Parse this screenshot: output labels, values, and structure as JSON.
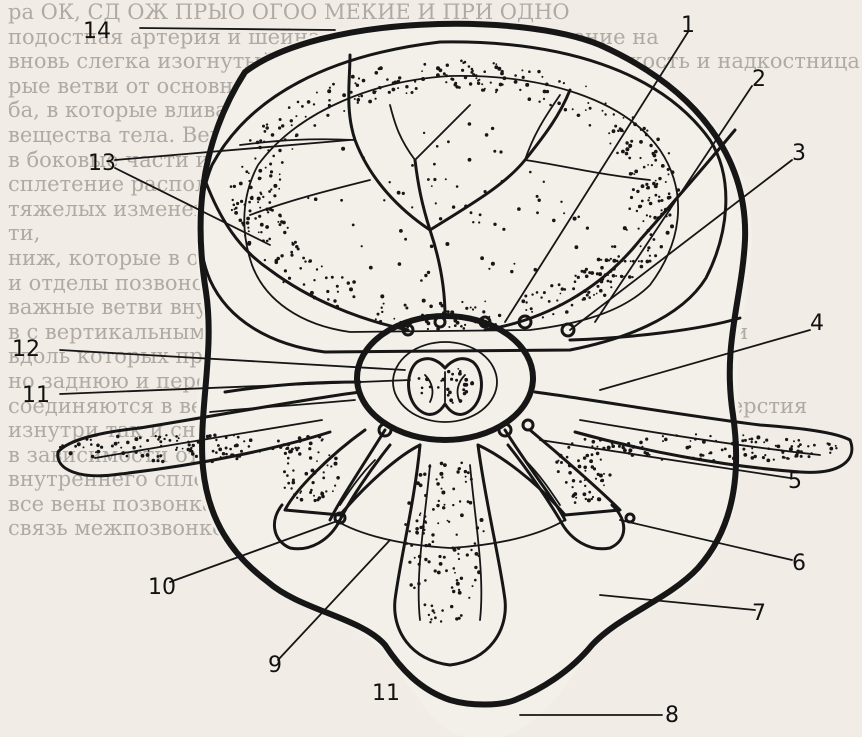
{
  "background_text": [
    "ра  ОК,  СД  ОЖ  ПРЫО ОГОО       МЕКИЕ И ПРИ ОДНО",
    "подостная артерия и шейная вена образуют сплетение на",
    "вновь слегка изогнутый столб через который питается кость и надкостница",
    "рые ветви от основного ствола идут по телу позвонка к его",
    "ба, в которые вливаются вены, отходящие от губчатого",
    "вещества тела. Вены образуют вокруг позвонка сложные",
    "в боковые части и передние отделы. Внутреннее позвоночное",
    "сплетение располагается в эпидуральном пространстве.",
    "тяжелых изменениях позвонков. Эти вены образуют",
    "ти,",
    "ниж, которые в отличие от других вен лишены клапанов",
    "и отделы позвоночного канала, включают пограничные",
    "важные ветви внутреннего позвоночного сплетения, Связан",
    "в с вертикальным направлением и соединяются с сегментарными",
    "вдоль которых проходят в межпозвонковом отверстии",
    "",
    "но заднюю и переднюю наружные системы позвонка тесно",
    "соединяются в верхнем и нижнем отделах межпозвонкового отверстия",
    "изнутри так и снаружи межпозвонковые вены.",
    "в зависимости от строения вен тела позвонка, связан",
    "внутреннего сплетения вдоль которых проходят ветви",
    "все вены позвонка обладают функцией",
    "связь межпозвонковых сплетений"
  ],
  "labels": {
    "l1": "1",
    "l2": "2",
    "l3": "3",
    "l4": "4",
    "l5": "5",
    "l6": "6",
    "l7": "7",
    "l8": "8",
    "l9": "9",
    "l10": "10",
    "l11a": "11",
    "l11b": "11",
    "l12": "12",
    "l13": "13",
    "l14": "14"
  },
  "colors": {
    "ink": "#161616",
    "paper": "#f1ece6",
    "bleed_text": "#9b958e"
  }
}
